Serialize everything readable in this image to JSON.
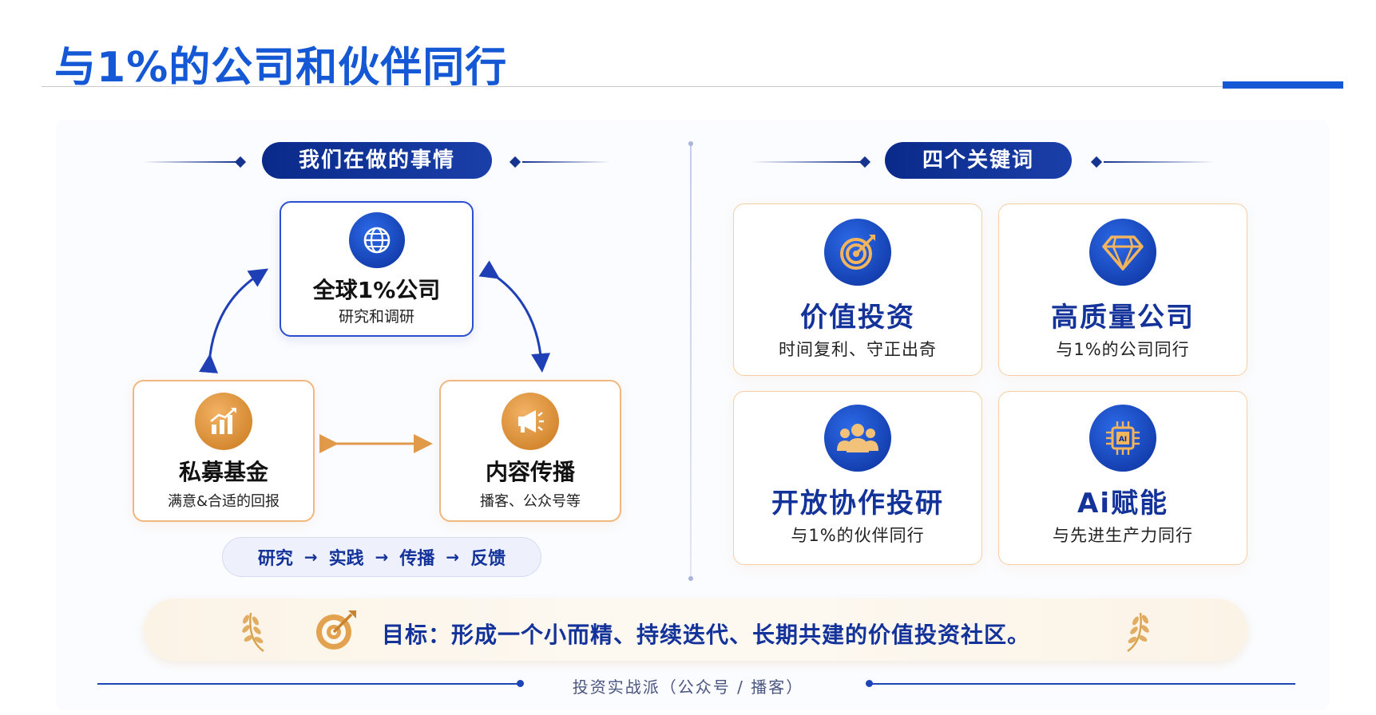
{
  "title": "与1%的公司和伙伴同行",
  "left": {
    "header": "我们在做的事情",
    "top_card": {
      "title": "全球1%公司",
      "subtitle": "研究和调研",
      "icon": "globe-icon"
    },
    "left_card": {
      "title": "私募基金",
      "subtitle": "满意&合适的回报",
      "icon": "growth-chart-icon"
    },
    "right_card": {
      "title": "内容传播",
      "subtitle": "播客、公众号等",
      "icon": "megaphone-icon"
    },
    "flow": [
      "研究",
      "实践",
      "传播",
      "反馈"
    ],
    "flow_arrow": "→"
  },
  "right": {
    "header": "四个关键词",
    "keywords": [
      {
        "title": "价值投资",
        "subtitle": "时间复利、守正出奇",
        "icon": "target-icon"
      },
      {
        "title": "高质量公司",
        "subtitle": "与1%的公司同行",
        "icon": "diamond-icon"
      },
      {
        "title": "开放协作投研",
        "subtitle": "与1%的伙伴同行",
        "icon": "team-icon"
      },
      {
        "title": "Ai赋能",
        "subtitle": "与先进生产力同行",
        "icon": "ai-chip-icon"
      }
    ]
  },
  "goal": {
    "text": "目标：形成一个小而精、持续迭代、长期共建的价值投资社区。",
    "icon": "target-icon"
  },
  "footer": "投资实战派（公众号 / 播客）",
  "colors": {
    "primary_blue": "#1558d6",
    "navy": "#13339a",
    "orange": "#e8973f",
    "orange_border": "#f0b87e"
  }
}
